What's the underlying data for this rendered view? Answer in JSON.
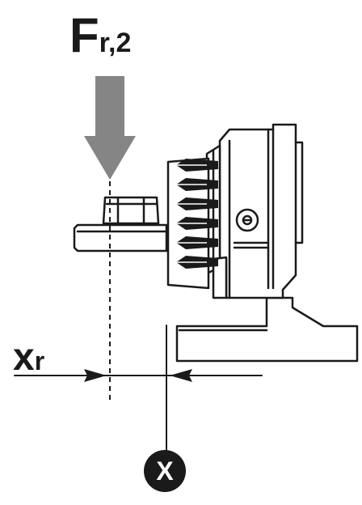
{
  "force_label": {
    "symbol": "F",
    "subscript": "r,2"
  },
  "distance_label": {
    "symbol": "x",
    "subscript": "r"
  },
  "reference_marker": {
    "text": "X"
  },
  "colors": {
    "force_arrow": "#858585",
    "line": "#1a1a1a",
    "marker_fill": "#1a1a1a",
    "marker_text": "#ffffff",
    "background": "#ffffff"
  }
}
